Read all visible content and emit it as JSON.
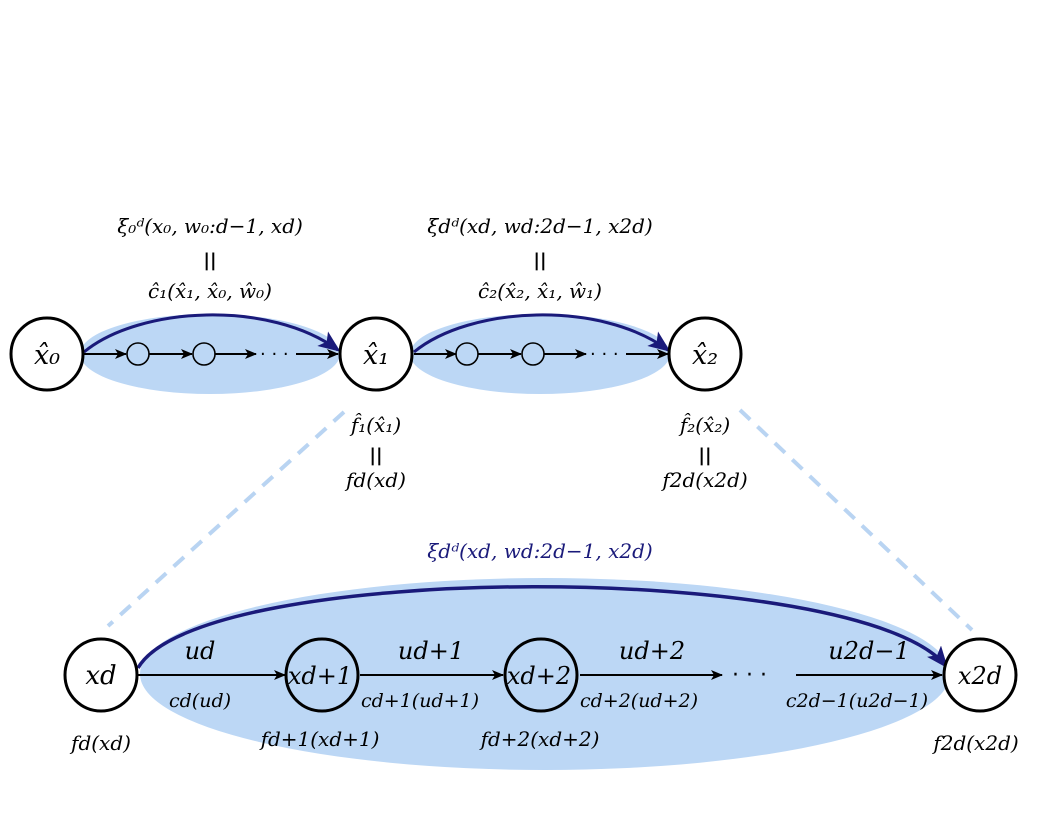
{
  "top_nodes": [
    "x̂₀",
    "x̂₁",
    "x̂₂"
  ],
  "top_segments": [
    {
      "upper": "ξ₀ᵈ(x₀, w₀:d−1, xd)",
      "equals": "||",
      "lower": "ĉ₁(x̂₁, x̂₀, ŵ₀)"
    },
    {
      "upper": "ξdᵈ(xd, wd:2d−1, x2d)",
      "equals": "||",
      "lower": "ĉ₂(x̂₂, x̂₁, ŵ₁)"
    }
  ],
  "top_dots": [
    "· · ·",
    "· · ·"
  ],
  "node_costs": [
    {
      "upper": "f̂₁(x̂₁)",
      "equals": "||",
      "lower": "fd(xd)"
    },
    {
      "upper": "f̂₂(x̂₂)",
      "equals": "||",
      "lower": "f2d(x2d)"
    }
  ],
  "bottom": {
    "outer_label": "ξdᵈ(xd, wd:2d−1, x2d)",
    "nodes": [
      "xd",
      "xd+1",
      "xd+2",
      "x2d"
    ],
    "controls": [
      "ud",
      "ud+1",
      "ud+2",
      "u2d−1"
    ],
    "edge_costs": [
      "cd(ud)",
      "cd+1(ud+1)",
      "cd+2(ud+2)",
      "c2d−1(u2d−1)"
    ],
    "node_costs": [
      "fd(xd)",
      "fd+1(xd+1)",
      "fd+2(xd+2)",
      "f2d(x2d)"
    ],
    "dots": "· · ·"
  },
  "colors": {
    "fill": "#bcd7f5",
    "navy": "#1a1a7a",
    "dashed": "#b9d4f2",
    "stroke": "#000000"
  }
}
